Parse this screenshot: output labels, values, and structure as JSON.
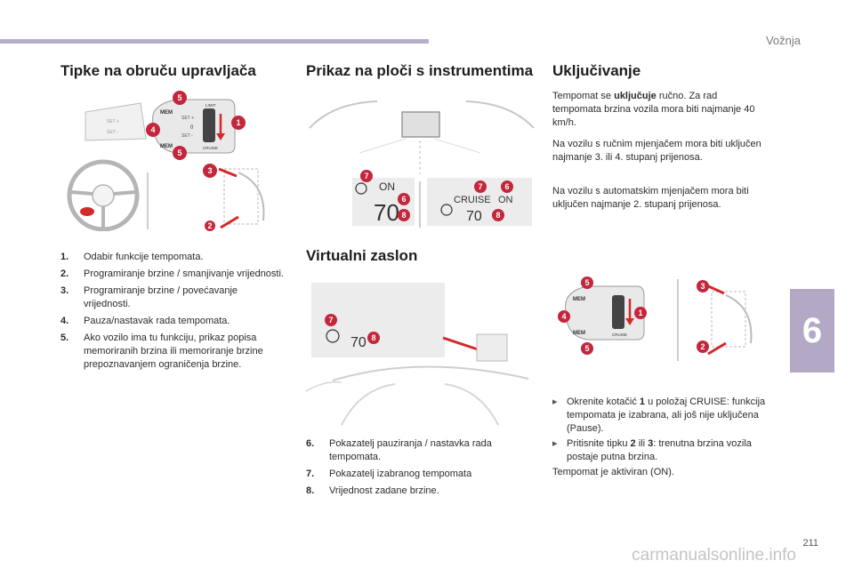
{
  "header": {
    "section": "Vožnja"
  },
  "tab_number": "6",
  "page_number": "211",
  "watermark": "carmanualsonline.info",
  "col1": {
    "title": "Tipke na obruču upravljača",
    "lever_labels": {
      "mem": "MEM",
      "set_plus": "SET +",
      "set_minus": "SET -",
      "zero": "0",
      "cruise": "CRUISE",
      "limit": "LIMIT"
    },
    "items": [
      {
        "num": "1.",
        "text": "Odabir funkcije tempomata."
      },
      {
        "num": "2.",
        "text": "Programiranje brzine / smanjivanje vrijednosti."
      },
      {
        "num": "3.",
        "text": "Programiranje brzine / povećavanje vrijednosti."
      },
      {
        "num": "4.",
        "text": "Pauza/nastavak rada tempomata."
      },
      {
        "num": "5.",
        "text": "Ako vozilo ima tu funkciju, prikaz popisa memoriranih brzina ili memoriranje brzine prepoznavanjem ograničenja brzine."
      }
    ]
  },
  "col2": {
    "title": "Prikaz na ploči s instrumentima",
    "display_left": {
      "status": "ON",
      "speed": "70"
    },
    "display_right": {
      "mode": "CRUISE",
      "status": "ON",
      "speed": "70"
    },
    "virtual_title": "Virtualni zaslon",
    "virtual_speed": "70",
    "items": [
      {
        "num": "6.",
        "text": "Pokazatelj pauziranja / nastavka rada tempomata."
      },
      {
        "num": "7.",
        "text": "Pokazatelj izabranog tempomata"
      },
      {
        "num": "8.",
        "text": "Vrijednost zadane brzine."
      }
    ]
  },
  "col3": {
    "title": "Uključivanje",
    "p1_pre": "Tempomat se ",
    "p1_bold": "uključuje",
    "p1_post": " ručno. Za rad tempomata brzina vozila mora biti najmanje 40 km/h.",
    "p2": "Na vozilu s ručnim mjenjačem mora biti uključen najmanje 3. ili 4. stupanj prijenosa.",
    "p3": "Na vozilu s automatskim mjenjačem mora biti uključen najmanje 2. stupanj prijenosa.",
    "bullet1_pre": "Okrenite kotačić ",
    "bullet1_bold": "1",
    "bullet1_post": " u položaj CRUISE: funkcija tempomata je izabrana, ali još nije uključena (Pause).",
    "bullet2_pre": "Pritisnite tipku ",
    "bullet2_bold1": "2",
    "bullet2_mid": " ili ",
    "bullet2_bold2": "3",
    "bullet2_post": ": trenutna brzina vozila postaje putna brzina.",
    "final": "Tempomat je aktiviran (ON)."
  },
  "badges": {
    "b1": "1",
    "b2": "2",
    "b3": "3",
    "b4": "4",
    "b5": "5",
    "b6": "6",
    "b7": "7",
    "b8": "8"
  },
  "colors": {
    "badge": "#c4263b",
    "accent_bar": "#b8aec8",
    "tab": "#b3a9c5",
    "arrow": "#d42a2a"
  }
}
